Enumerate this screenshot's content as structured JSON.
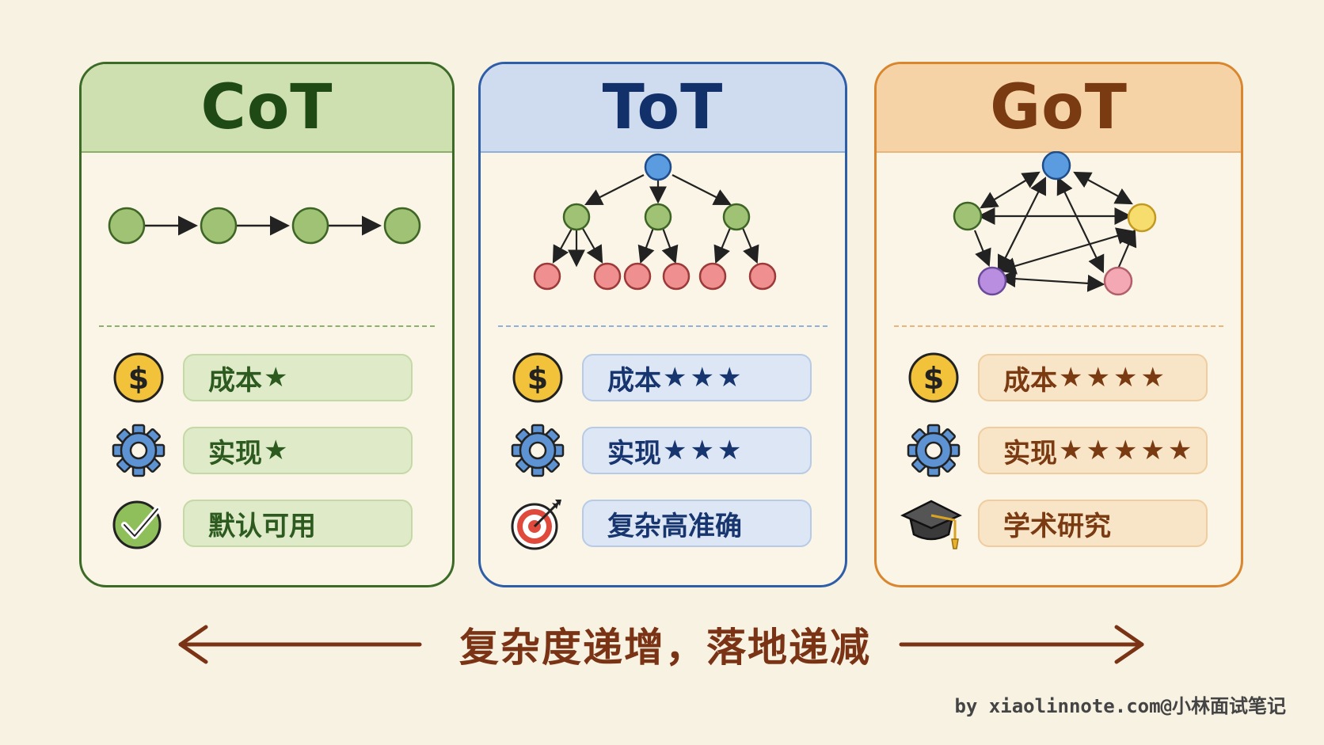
{
  "cards": [
    {
      "title": "CoT",
      "rows": [
        {
          "icon": "dollar-coin-icon",
          "label": "成本",
          "stars": "★"
        },
        {
          "icon": "gear-icon",
          "label": "实现",
          "stars": "★"
        },
        {
          "icon": "checkmark-circle-icon",
          "label": "默认可用",
          "stars": ""
        }
      ]
    },
    {
      "title": "ToT",
      "rows": [
        {
          "icon": "dollar-coin-icon",
          "label": "成本",
          "stars": "★★★"
        },
        {
          "icon": "gear-icon",
          "label": "实现",
          "stars": "★★★"
        },
        {
          "icon": "target-icon",
          "label": "复杂高准确",
          "stars": ""
        }
      ]
    },
    {
      "title": "GoT",
      "rows": [
        {
          "icon": "dollar-coin-icon",
          "label": "成本",
          "stars": "★★★★"
        },
        {
          "icon": "gear-icon",
          "label": "实现",
          "stars": "★★★★★"
        },
        {
          "icon": "graduation-cap-icon",
          "label": "学术研究",
          "stars": ""
        }
      ]
    }
  ],
  "caption": "复杂度递增，落地递减",
  "credit": "by xiaolinnote.com@小林面试笔记",
  "colors": {
    "cot": "#3c6b27",
    "tot": "#2f5ea8",
    "got": "#d9862e",
    "caption": "#7a3415"
  }
}
